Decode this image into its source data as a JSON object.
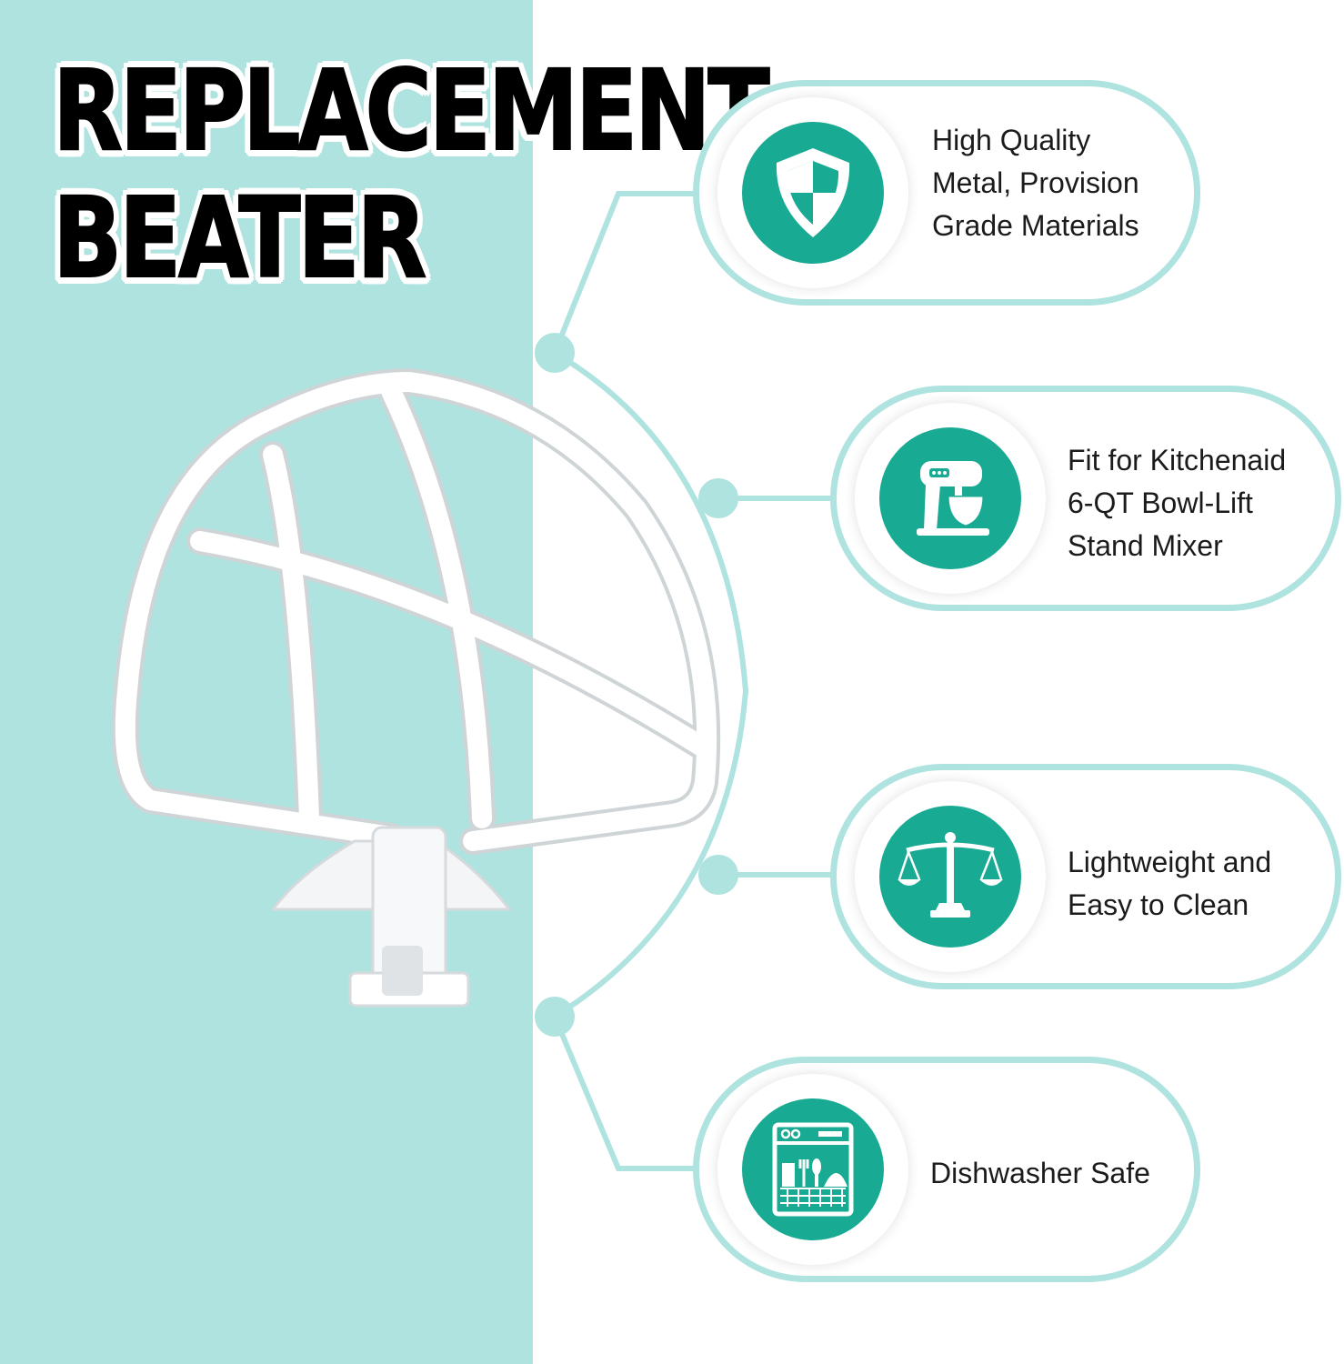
{
  "headline": {
    "line1": "REPLACEMENT",
    "line2": "BEATER"
  },
  "colors": {
    "panel": "#aee3df",
    "accent": "#18aa92",
    "outline": "#aee3df",
    "text": "#1b1b1b"
  },
  "features": [
    {
      "icon": "shield-icon",
      "lines": [
        "High Quality",
        "Metal, Provision",
        "Grade Materials"
      ]
    },
    {
      "icon": "stand-mixer-icon",
      "lines": [
        "Fit for Kitchenaid",
        "6-QT Bowl-Lift",
        "Stand Mixer"
      ]
    },
    {
      "icon": "balance-scale-icon",
      "lines": [
        "Lightweight and",
        "Easy to Clean"
      ]
    },
    {
      "icon": "dishwasher-icon",
      "lines": [
        "Dishwasher Safe"
      ]
    }
  ]
}
